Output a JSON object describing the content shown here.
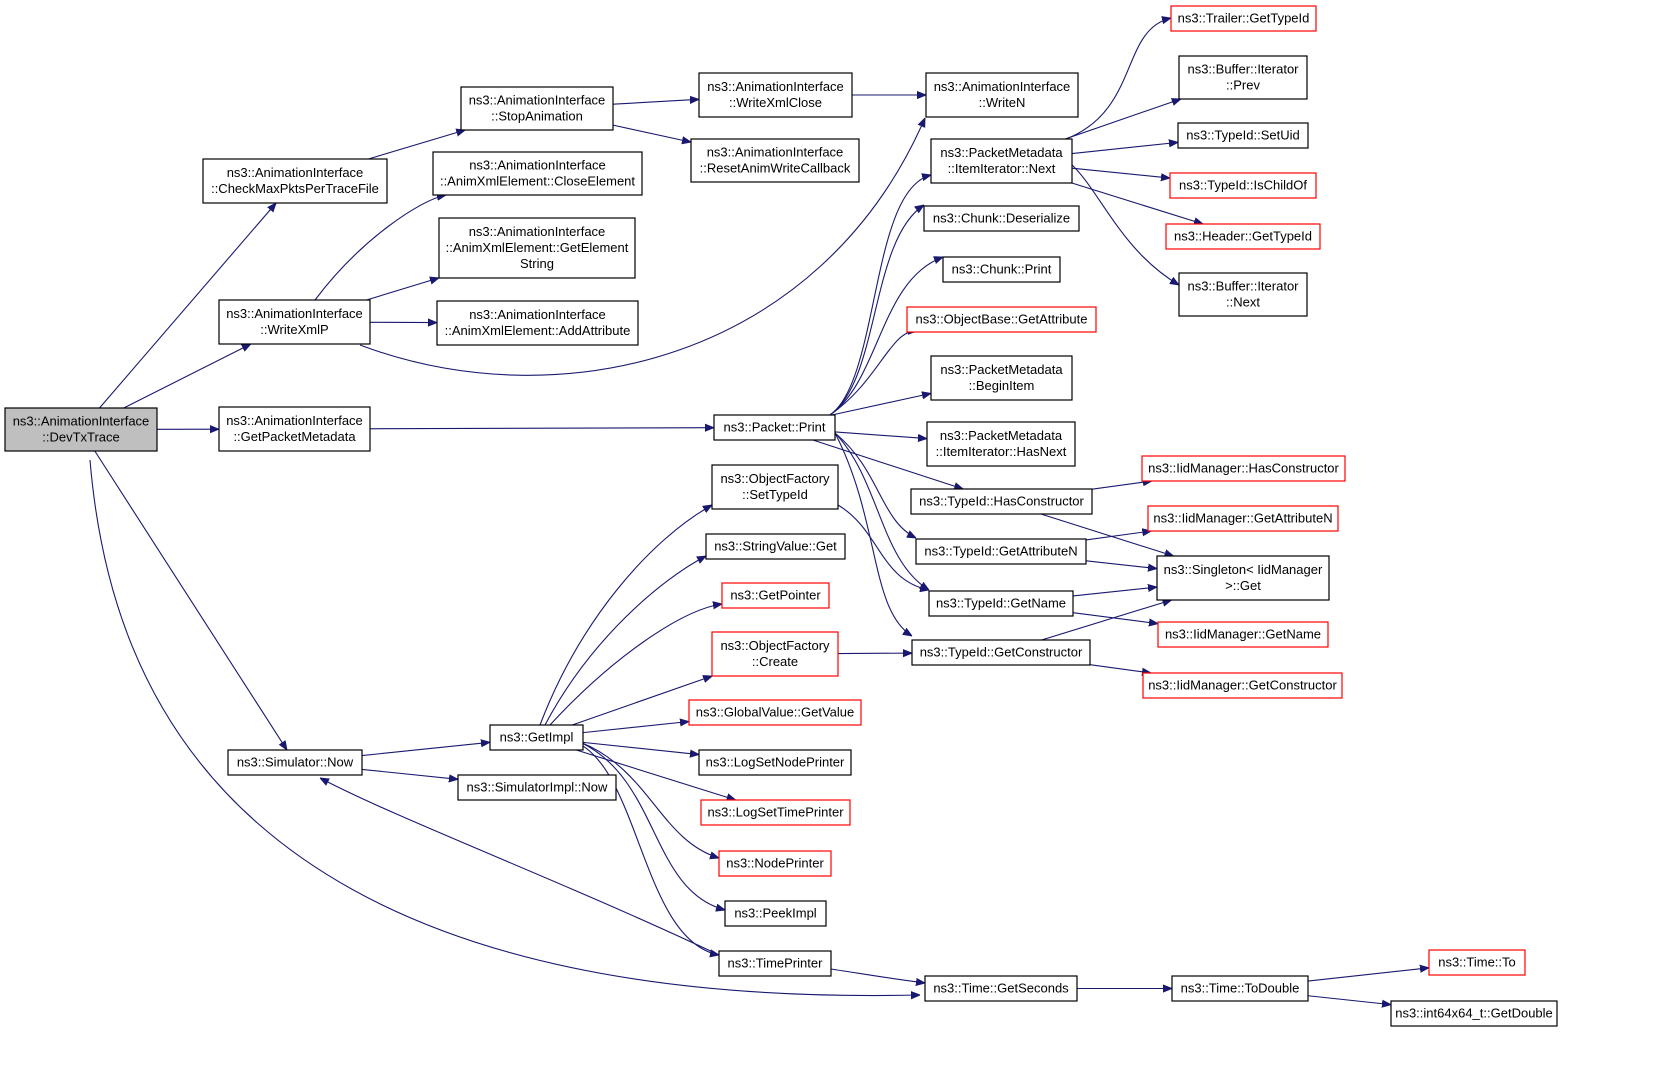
{
  "graph": {
    "colors": {
      "edge": "#191970",
      "missing_doc_border": "#ff0000",
      "root_fill": "#bfbfbf"
    },
    "nodes": [
      {
        "id": "devtx",
        "lines": [
          "ns3::AnimationInterface",
          "::DevTxTrace"
        ],
        "style": "root"
      },
      {
        "id": "checkmax",
        "lines": [
          "ns3::AnimationInterface",
          "::CheckMaxPktsPerTraceFile"
        ]
      },
      {
        "id": "writexmlp",
        "lines": [
          "ns3::AnimationInterface",
          "::WriteXmlP"
        ]
      },
      {
        "id": "getpktmeta",
        "lines": [
          "ns3::AnimationInterface",
          "::GetPacketMetadata"
        ]
      },
      {
        "id": "simnow",
        "lines": [
          "ns3::Simulator::Now"
        ]
      },
      {
        "id": "stopanim",
        "lines": [
          "ns3::AnimationInterface",
          "::StopAnimation"
        ]
      },
      {
        "id": "closeel",
        "lines": [
          "ns3::AnimationInterface",
          "::AnimXmlElement::CloseElement"
        ]
      },
      {
        "id": "getelstr",
        "lines": [
          "ns3::AnimationInterface",
          "::AnimXmlElement::GetElement",
          "String"
        ]
      },
      {
        "id": "addattr",
        "lines": [
          "ns3::AnimationInterface",
          "::AnimXmlElement::AddAttribute"
        ]
      },
      {
        "id": "writexmlclose",
        "lines": [
          "ns3::AnimationInterface",
          "::WriteXmlClose"
        ]
      },
      {
        "id": "resetanim",
        "lines": [
          "ns3::AnimationInterface",
          "::ResetAnimWriteCallback"
        ]
      },
      {
        "id": "writen",
        "lines": [
          "ns3::AnimationInterface",
          "::WriteN"
        ]
      },
      {
        "id": "pktprint",
        "lines": [
          "ns3::Packet::Print"
        ]
      },
      {
        "id": "getimpl",
        "lines": [
          "ns3::GetImpl"
        ]
      },
      {
        "id": "simimplnow",
        "lines": [
          "ns3::SimulatorImpl::Now"
        ]
      },
      {
        "id": "ofsettid",
        "lines": [
          "ns3::ObjectFactory",
          "::SetTypeId"
        ]
      },
      {
        "id": "strget",
        "lines": [
          "ns3::StringValue::Get"
        ]
      },
      {
        "id": "getptr",
        "lines": [
          "ns3::GetPointer"
        ],
        "style": "red"
      },
      {
        "id": "ofcreate",
        "lines": [
          "ns3::ObjectFactory",
          "::Create"
        ],
        "style": "red"
      },
      {
        "id": "gvget",
        "lines": [
          "ns3::GlobalValue::GetValue"
        ],
        "style": "red"
      },
      {
        "id": "lognode",
        "lines": [
          "ns3::LogSetNodePrinter"
        ]
      },
      {
        "id": "logtime",
        "lines": [
          "ns3::LogSetTimePrinter"
        ],
        "style": "red"
      },
      {
        "id": "nodeprinter",
        "lines": [
          "ns3::NodePrinter"
        ],
        "style": "red"
      },
      {
        "id": "peekimpl",
        "lines": [
          "ns3::PeekImpl"
        ]
      },
      {
        "id": "timeprinter",
        "lines": [
          "ns3::TimePrinter"
        ]
      },
      {
        "id": "pmnext",
        "lines": [
          "ns3::PacketMetadata",
          "::ItemIterator::Next"
        ]
      },
      {
        "id": "chunkdeser",
        "lines": [
          "ns3::Chunk::Deserialize"
        ]
      },
      {
        "id": "chunkprint",
        "lines": [
          "ns3::Chunk::Print"
        ]
      },
      {
        "id": "objgetattr",
        "lines": [
          "ns3::ObjectBase::GetAttribute"
        ],
        "style": "red"
      },
      {
        "id": "pmbegin",
        "lines": [
          "ns3::PacketMetadata",
          "::BeginItem"
        ]
      },
      {
        "id": "pmhasnext",
        "lines": [
          "ns3::PacketMetadata",
          "::ItemIterator::HasNext"
        ]
      },
      {
        "id": "tidhascons",
        "lines": [
          "ns3::TypeId::HasConstructor"
        ]
      },
      {
        "id": "tidgetattrn",
        "lines": [
          "ns3::TypeId::GetAttributeN"
        ]
      },
      {
        "id": "tidgetname",
        "lines": [
          "ns3::TypeId::GetName"
        ]
      },
      {
        "id": "tidgetcons",
        "lines": [
          "ns3::TypeId::GetConstructor"
        ]
      },
      {
        "id": "timegetsec",
        "lines": [
          "ns3::Time::GetSeconds"
        ]
      },
      {
        "id": "trailergettid",
        "lines": [
          "ns3::Trailer::GetTypeId"
        ],
        "style": "red"
      },
      {
        "id": "bufprev",
        "lines": [
          "ns3::Buffer::Iterator",
          "::Prev"
        ]
      },
      {
        "id": "tidsetuid",
        "lines": [
          "ns3::TypeId::SetUid"
        ]
      },
      {
        "id": "tidischild",
        "lines": [
          "ns3::TypeId::IsChildOf"
        ],
        "style": "red"
      },
      {
        "id": "headergettid",
        "lines": [
          "ns3::Header::GetTypeId"
        ],
        "style": "red"
      },
      {
        "id": "bufnext",
        "lines": [
          "ns3::Buffer::Iterator",
          "::Next"
        ]
      },
      {
        "id": "iidhascons",
        "lines": [
          "ns3::IidManager::HasConstructor"
        ],
        "style": "red"
      },
      {
        "id": "iidgetattrn",
        "lines": [
          "ns3::IidManager::GetAttributeN"
        ],
        "style": "red"
      },
      {
        "id": "singleton",
        "lines": [
          "ns3::Singleton< IidManager",
          ">::Get"
        ]
      },
      {
        "id": "iidgetname",
        "lines": [
          "ns3::IidManager::GetName"
        ],
        "style": "red"
      },
      {
        "id": "iidgetcons",
        "lines": [
          "ns3::IidManager::GetConstructor"
        ],
        "style": "red"
      },
      {
        "id": "timetodouble",
        "lines": [
          "ns3::Time::ToDouble"
        ]
      },
      {
        "id": "timeto",
        "lines": [
          "ns3::Time::To"
        ],
        "style": "red"
      },
      {
        "id": "int64getdouble",
        "lines": [
          "ns3::int64x64_t::GetDouble"
        ]
      }
    ],
    "edges": [
      [
        "devtx",
        "checkmax"
      ],
      [
        "devtx",
        "writexmlp"
      ],
      [
        "devtx",
        "getpktmeta"
      ],
      [
        "devtx",
        "simnow"
      ],
      [
        "devtx",
        "timegetsec"
      ],
      [
        "checkmax",
        "stopanim"
      ],
      [
        "writexmlp",
        "closeel"
      ],
      [
        "writexmlp",
        "getelstr"
      ],
      [
        "writexmlp",
        "addattr"
      ],
      [
        "writexmlp",
        "writen"
      ],
      [
        "getpktmeta",
        "pktprint"
      ],
      [
        "simnow",
        "getimpl"
      ],
      [
        "simnow",
        "simimplnow"
      ],
      [
        "stopanim",
        "writexmlclose"
      ],
      [
        "stopanim",
        "resetanim"
      ],
      [
        "writexmlclose",
        "writen"
      ],
      [
        "pktprint",
        "pmnext"
      ],
      [
        "pktprint",
        "chunkdeser"
      ],
      [
        "pktprint",
        "chunkprint"
      ],
      [
        "pktprint",
        "objgetattr"
      ],
      [
        "pktprint",
        "pmbegin"
      ],
      [
        "pktprint",
        "pmhasnext"
      ],
      [
        "pktprint",
        "tidhascons"
      ],
      [
        "pktprint",
        "tidgetattrn"
      ],
      [
        "pktprint",
        "tidgetname"
      ],
      [
        "pktprint",
        "tidgetcons"
      ],
      [
        "getimpl",
        "ofsettid"
      ],
      [
        "getimpl",
        "strget"
      ],
      [
        "getimpl",
        "getptr"
      ],
      [
        "getimpl",
        "ofcreate"
      ],
      [
        "getimpl",
        "gvget"
      ],
      [
        "getimpl",
        "lognode"
      ],
      [
        "getimpl",
        "logtime"
      ],
      [
        "getimpl",
        "nodeprinter"
      ],
      [
        "getimpl",
        "peekimpl"
      ],
      [
        "getimpl",
        "timeprinter"
      ],
      [
        "ofsettid",
        "tidgetname"
      ],
      [
        "ofcreate",
        "tidgetcons"
      ],
      [
        "timeprinter",
        "simnow"
      ],
      [
        "timeprinter",
        "timegetsec"
      ],
      [
        "pmnext",
        "trailergettid"
      ],
      [
        "pmnext",
        "bufprev"
      ],
      [
        "pmnext",
        "tidsetuid"
      ],
      [
        "pmnext",
        "tidischild"
      ],
      [
        "pmnext",
        "headergettid"
      ],
      [
        "pmnext",
        "bufnext"
      ],
      [
        "tidhascons",
        "iidhascons"
      ],
      [
        "tidhascons",
        "singleton"
      ],
      [
        "tidgetattrn",
        "iidgetattrn"
      ],
      [
        "tidgetattrn",
        "singleton"
      ],
      [
        "tidgetname",
        "singleton"
      ],
      [
        "tidgetname",
        "iidgetname"
      ],
      [
        "tidgetcons",
        "singleton"
      ],
      [
        "tidgetcons",
        "iidgetcons"
      ],
      [
        "timegetsec",
        "timetodouble"
      ],
      [
        "timetodouble",
        "timeto"
      ],
      [
        "timetodouble",
        "int64getdouble"
      ]
    ]
  }
}
